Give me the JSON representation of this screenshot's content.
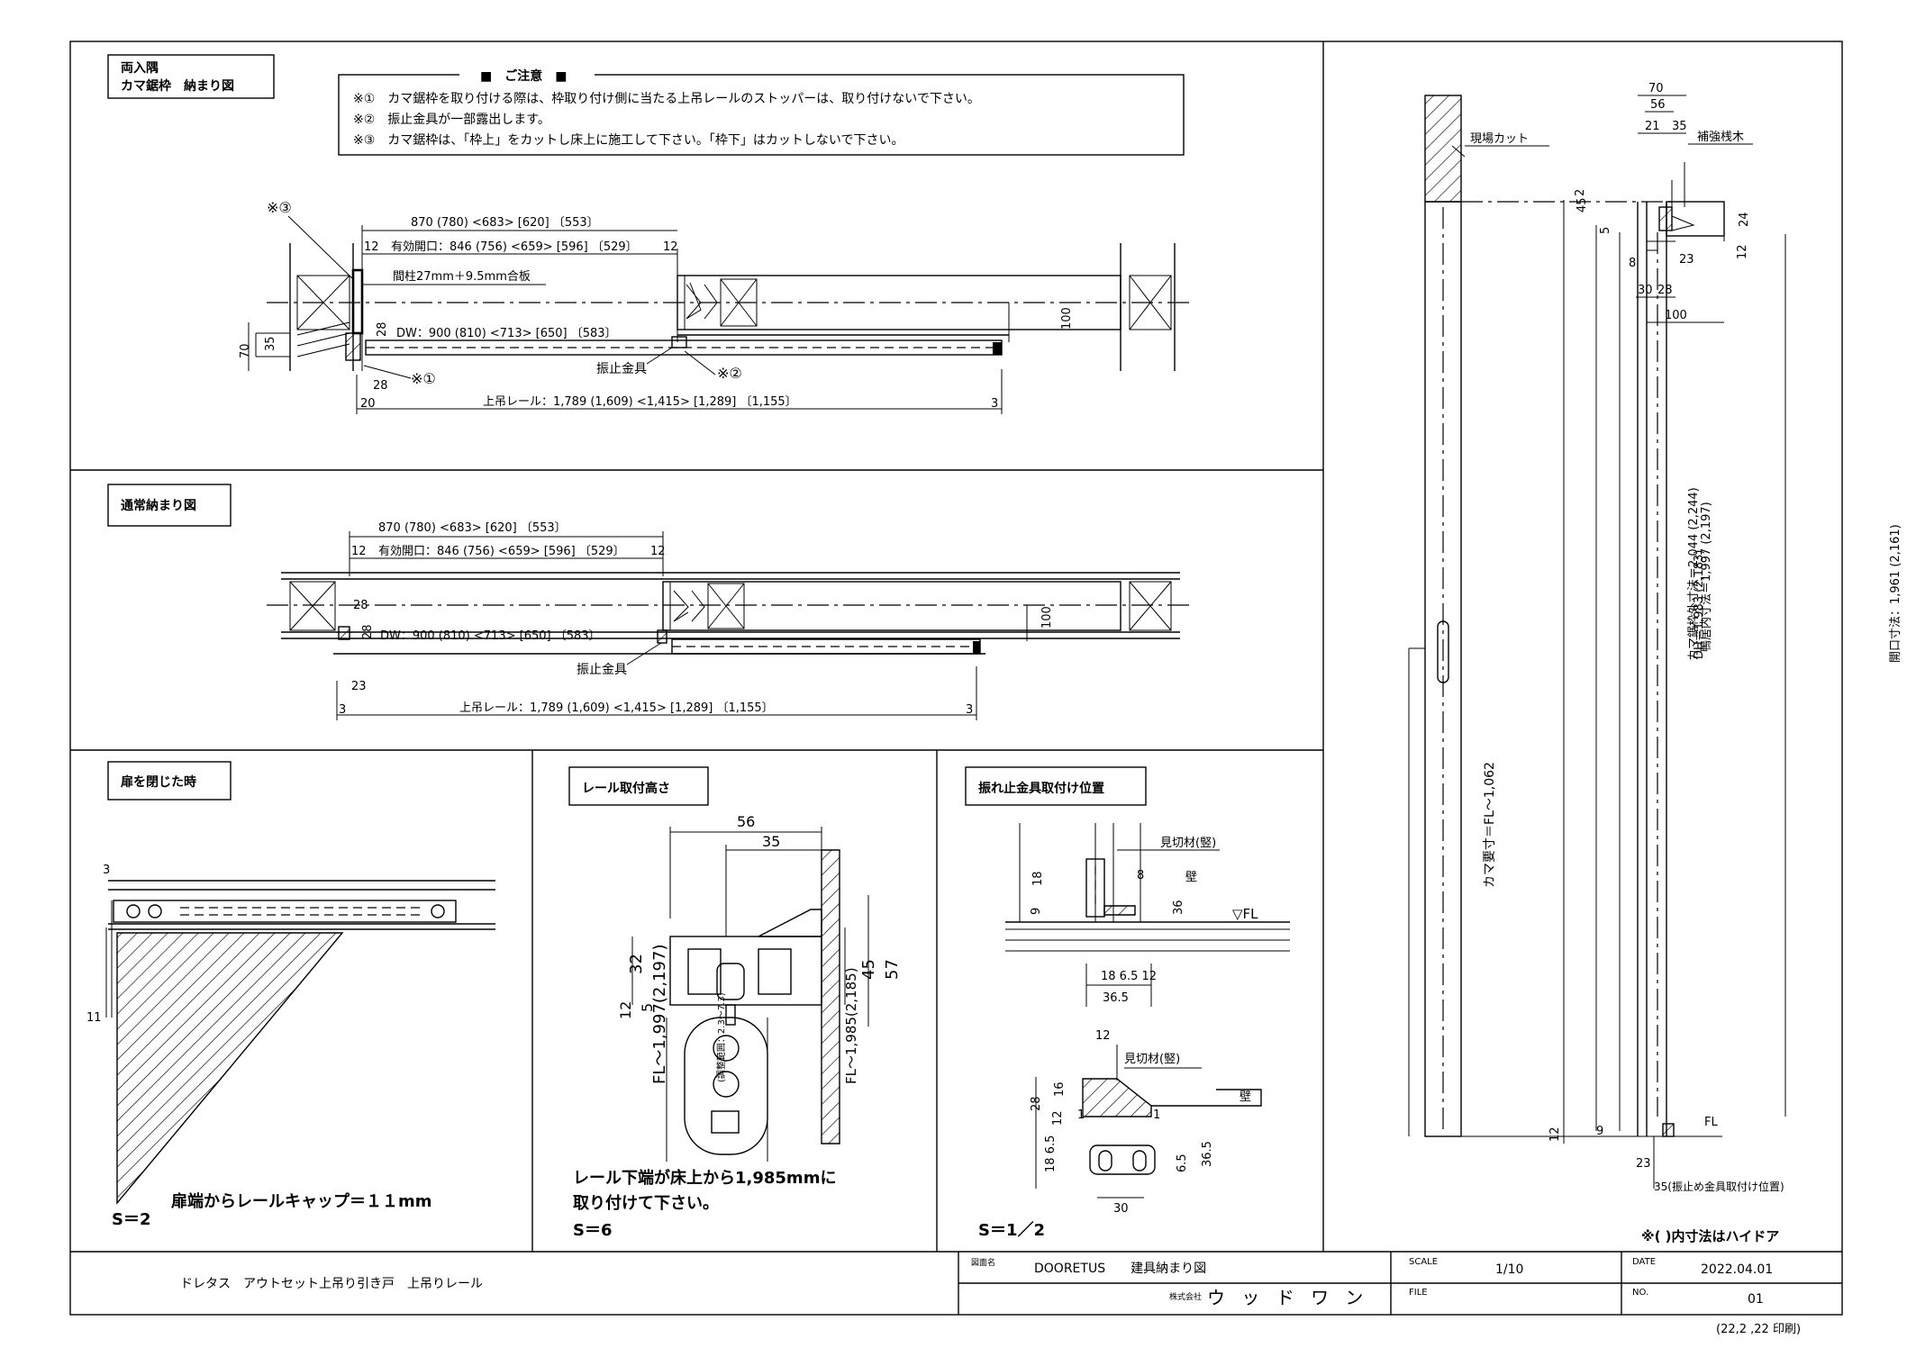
{
  "notes_title": "■　ご注意　■",
  "notes": [
    "※①　カマ鋸枠を取り付ける際は、枠取り付け側に当たる上吊レールのストッパーは、取り付けないで下さい。",
    "※②　振止金具が一部露出します。",
    "※③　カマ鋸枠は、「枠上」をカットし床上に施工して下さい。「枠下」はカットしないで下さい。"
  ],
  "panel1": {
    "title_line1": "両入隅",
    "title_line2": "カマ鋸枠　納まり図",
    "mark3": "※③",
    "dim_total": "870 (780) <683> [620] 〔553〕",
    "dim_opening": "有効開口：846 (756) <659> [596] 〔529〕",
    "dim_12a": "12",
    "dim_12b": "12",
    "post_note": "間柱27mm＋9.5mm合板",
    "dw": "DW：900 (810) <713> [650] 〔583〕",
    "dim_28a": "28",
    "dim_28b": "28",
    "dim_35": "35",
    "dim_70": "70",
    "dim_100": "100",
    "stopper": "振止金具",
    "mark2": "※②",
    "mark1": "※①",
    "rail": "上吊レール：1,789 (1,609) <1,415> [1,289] 〔1,155〕",
    "dim_20": "20",
    "dim_3": "3"
  },
  "panel2": {
    "title": "通常納まり図",
    "dim_total": "870 (780) <683> [620] 〔553〕",
    "dim_opening": "有効開口：846 (756) <659> [596] 〔529〕",
    "dim_12a": "12",
    "dim_12b": "12",
    "dim_28a": "28",
    "dim_28b": "28",
    "dw": "DW：900 (810) <713> [650] 〔583〕",
    "dim_100": "100",
    "stopper": "振止金具",
    "dim_23": "23",
    "dim_3a": "3",
    "dim_3b": "3",
    "rail": "上吊レール：1,789 (1,609) <1,415> [1,289] 〔1,155〕"
  },
  "panel3": {
    "title": "扉を閉じた時",
    "dim_3": "3",
    "dim_11": "11",
    "caption": "扉端からレールキャップ＝１１mm",
    "scale": "S＝2"
  },
  "panel4": {
    "title": "レール取付高さ",
    "dim_56": "56",
    "dim_35": "35",
    "dim_32": "32",
    "dim_45": "45",
    "dim_57": "57",
    "dim_12": "12",
    "dim_5": "5",
    "fl1": "FL～1,997(2,197)",
    "adjust": "(調整範囲：2.3～7.3)",
    "fl2": "FL～1,985(2,185)",
    "caption1": "レール下端が床上から1,985mmに",
    "caption2": "取り付けて下さい。",
    "scale": "S＝6"
  },
  "panel5": {
    "title": "振れ止金具取付け位置",
    "mikiri1": "見切材(竪)",
    "kabe1": "壁",
    "dim_8": "8",
    "dim_18": "18",
    "dim_9": "9",
    "dim_36": "36",
    "fl": "▽FL",
    "dims_row": "18 6.5 12",
    "dim_365": "36.5",
    "dim_12": "12",
    "mikiri2": "見切材(竪)",
    "kabe2": "壁",
    "dim_28": "28",
    "dim_16": "16",
    "dim_12b": "12",
    "dim_1a": "1",
    "dim_1b": "1",
    "dim_18b": "18 6.5",
    "dim_65": "6.5",
    "dim_365b": "36.5",
    "dim_30": "30",
    "scale": "S＝1／2"
  },
  "panel6": {
    "cut": "現場カット",
    "kama": "カマ要寸＝FL～1,062",
    "frame_outer": "カマ鋸枠外寸法＝2,044 (2,244)",
    "frame_inner": "鴨居内寸法＝1,997 (2,197)",
    "dh": "DH＝1,983 (2,183)",
    "opening": "開口寸法：1,961 (2,161)",
    "reinforce": "補強桟木",
    "dim_70": "70",
    "dim_56": "56",
    "dim_21": "21",
    "dim_35": "35",
    "dim_45": "45",
    "dim_2": "2",
    "dim_5": "5",
    "dim_24": "24",
    "dim_8": "8",
    "dim_23": "23",
    "dim_12": "12",
    "dim_30": "30",
    "dim_28": "28",
    "dim_100": "100",
    "dim_9": "9",
    "dim_12b": "12",
    "fl": "FL",
    "dim_23b": "23",
    "dim_35b": "35(振止め金具取付け位置)",
    "note": "※(  )内寸法はハイドア"
  },
  "titleblock": {
    "product": "ドレタス　アウトセット上吊り引き戸　上吊りレール",
    "drawing_label": "図面名",
    "drawing_name": "DOORETUS　　建具納まり図",
    "company_label": "株式会社",
    "company": "ウ ッ ド ワ ン",
    "scale_label": "SCALE",
    "scale_value": "1/10",
    "file_label": "FILE",
    "date_label": "DATE",
    "date_value": "2022.04.01",
    "no_label": "NO.",
    "no_value": "01",
    "print_note": "(22,2 ,22 印刷)"
  }
}
